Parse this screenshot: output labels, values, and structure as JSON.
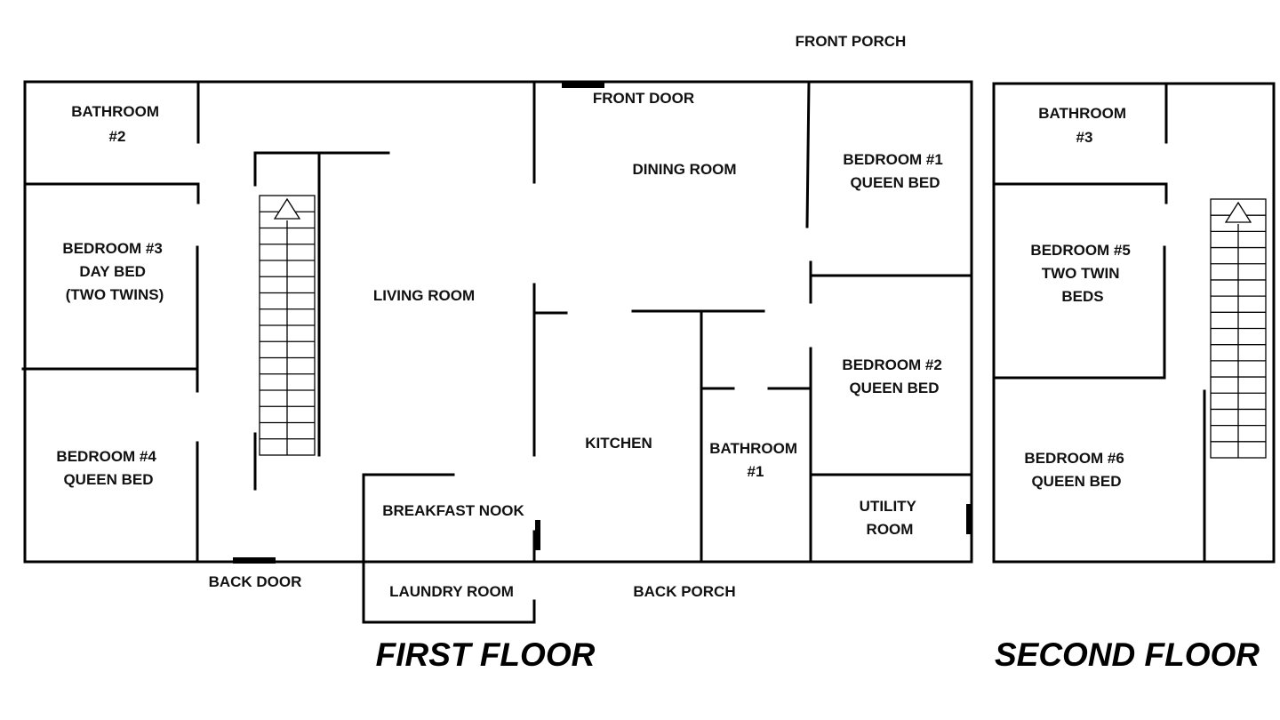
{
  "first_floor": {
    "title": "FIRST FLOOR",
    "rooms": {
      "front_porch": "FRONT PORCH",
      "front_door": "FRONT DOOR",
      "bathroom_2": [
        "BATHROOM",
        "#2"
      ],
      "bedroom_3": [
        "BEDROOM #3",
        "DAY BED",
        "(TWO TWINS)"
      ],
      "bedroom_4": [
        "BEDROOM #4",
        "QUEEN BED"
      ],
      "living_room": "LIVING ROOM",
      "dining_room": "DINING ROOM",
      "bedroom_1": [
        "BEDROOM #1",
        "QUEEN BED"
      ],
      "bedroom_2": [
        "BEDROOM #2",
        "QUEEN BED"
      ],
      "kitchen": "KITCHEN",
      "bathroom_1": [
        "BATHROOM",
        "#1"
      ],
      "breakfast_nook": "BREAKFAST NOOK",
      "utility_room": [
        "UTILITY",
        "ROOM"
      ],
      "back_door": "BACK DOOR",
      "laundry_room": "LAUNDRY ROOM",
      "back_porch": "BACK PORCH"
    }
  },
  "second_floor": {
    "title": "SECOND FLOOR",
    "rooms": {
      "bathroom_3": [
        "BATHROOM",
        "#3"
      ],
      "bedroom_5": [
        "BEDROOM #5",
        "TWO TWIN",
        "BEDS"
      ],
      "bedroom_6": [
        "BEDROOM #6",
        "QUEEN BED"
      ]
    }
  }
}
